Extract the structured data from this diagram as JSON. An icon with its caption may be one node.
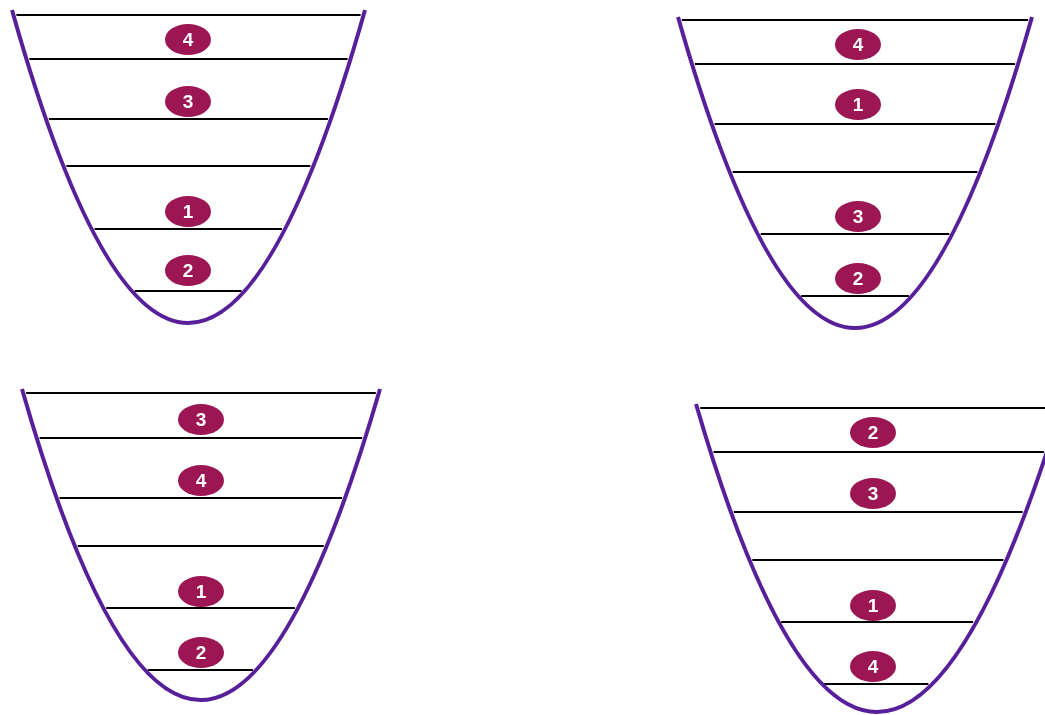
{
  "diagram": {
    "nodes": [
      {
        "text": [
          "4"
        ]
      },
      {
        "text": [
          "3"
        ]
      },
      {
        "text": [
          "1"
        ]
      },
      {
        "text": [
          "2"
        ]
      },
      {
        "text": [
          "4"
        ]
      },
      {
        "text": [
          "1"
        ]
      },
      {
        "text": [
          "3"
        ]
      },
      {
        "text": [
          "2"
        ]
      },
      {
        "text": [
          "3"
        ]
      },
      {
        "text": [
          "4"
        ]
      },
      {
        "text": [
          "1"
        ]
      },
      {
        "text": [
          "2"
        ]
      },
      {
        "text": [
          "2"
        ]
      },
      {
        "text": [
          "3"
        ]
      },
      {
        "text": [
          "1"
        ]
      },
      {
        "text": [
          "4"
        ]
      }
    ]
  }
}
